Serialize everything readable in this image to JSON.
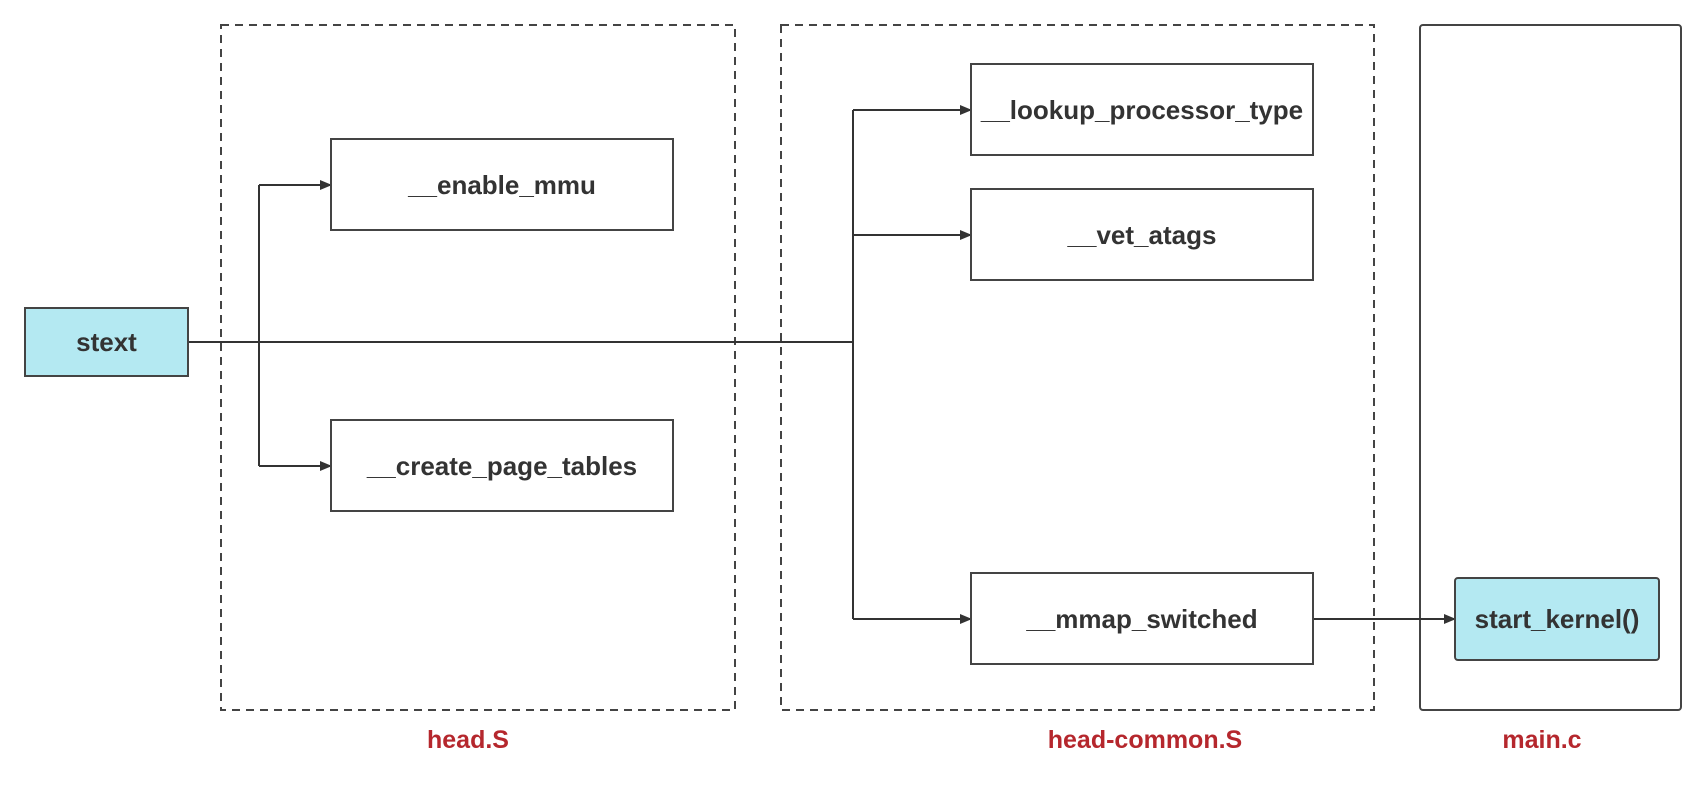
{
  "colors": {
    "highlight_fill": "#b4e9f2",
    "box_stroke": "#444444",
    "line": "#333333",
    "label": "#b5272d",
    "text": "#333333"
  },
  "groups": [
    {
      "label": "head.S",
      "border": "dashed"
    },
    {
      "label": "head-common.S",
      "border": "dashed"
    },
    {
      "label": "main.c",
      "border": "solid"
    }
  ],
  "nodes": {
    "stext": {
      "label": "stext",
      "highlighted": true
    },
    "enable_mmu": {
      "label": "__enable_mmu"
    },
    "create_page_tables": {
      "label": "__create_page_tables"
    },
    "lookup_processor_type": {
      "label": "__lookup_processor_type"
    },
    "vet_atags": {
      "label": "__vet_atags"
    },
    "mmap_switched": {
      "label": "__mmap_switched"
    },
    "start_kernel": {
      "label": "start_kernel()",
      "highlighted": true
    }
  },
  "edges": [
    {
      "from": "stext",
      "to": "enable_mmu"
    },
    {
      "from": "stext",
      "to": "create_page_tables"
    },
    {
      "from": "stext",
      "to": "lookup_processor_type"
    },
    {
      "from": "stext",
      "to": "vet_atags"
    },
    {
      "from": "stext",
      "to": "mmap_switched"
    },
    {
      "from": "mmap_switched",
      "to": "start_kernel"
    }
  ]
}
